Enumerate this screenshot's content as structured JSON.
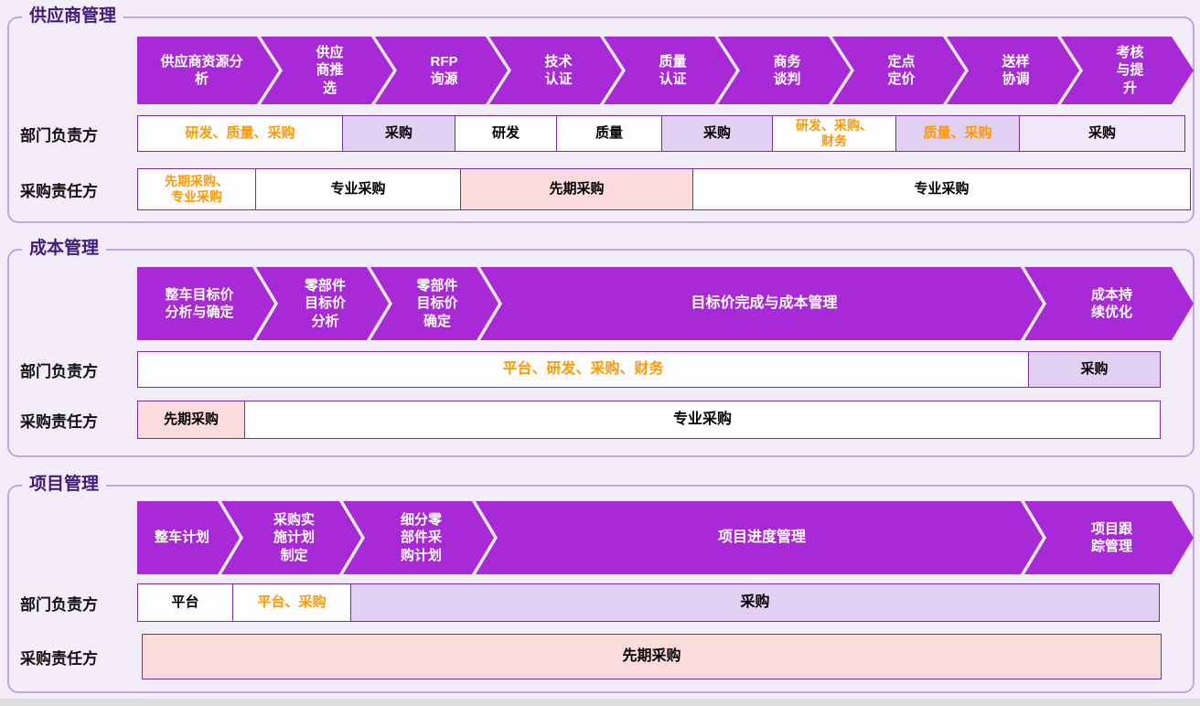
{
  "page": {
    "background": "#F2EDF8",
    "chevron_color": "#A829D6",
    "title_color": "#3F1D7A",
    "orange_text": "#FF9900",
    "cell_border": "#7030A0",
    "cell_purple_bg": "#E2D0F2",
    "cell_lavender_bg": "#EEE8F8",
    "cell_pink_bg": "#FBDBDB"
  },
  "sections": [
    {
      "title": "供应商管理",
      "steps": [
        {
          "label": "供应商资源分\n析"
        },
        {
          "label": "供应\n商推\n选"
        },
        {
          "label": "RFP\n询源"
        },
        {
          "label": "技术\n认证"
        },
        {
          "label": "质量\n认证"
        },
        {
          "label": "商务\n谈判"
        },
        {
          "label": "定点\n定价"
        },
        {
          "label": "送样\n协调"
        },
        {
          "label": "考核\n与提\n升"
        }
      ],
      "rows": [
        {
          "label": "部门负责方",
          "cells": [
            {
              "text": "研发、质量、采购",
              "bg": "white",
              "color": "orange"
            },
            {
              "text": "采购",
              "bg": "purple",
              "color": "black"
            },
            {
              "text": "研发",
              "bg": "white",
              "color": "black"
            },
            {
              "text": "质量",
              "bg": "white",
              "color": "black"
            },
            {
              "text": "采购",
              "bg": "purple",
              "color": "black"
            },
            {
              "text": "研发、采购、\n财务",
              "bg": "white",
              "color": "orange"
            },
            {
              "text": "质量、采购",
              "bg": "purple",
              "color": "orange"
            },
            {
              "text": "采购",
              "bg": "lavender",
              "color": "black"
            }
          ]
        },
        {
          "label": "采购责任方",
          "cells": [
            {
              "text": "先期采购、\n专业采购",
              "bg": "white",
              "color": "orange"
            },
            {
              "text": "专业采购",
              "bg": "white",
              "color": "black"
            },
            {
              "text": "先期采购",
              "bg": "pink",
              "color": "black"
            },
            {
              "text": "专业采购",
              "bg": "white",
              "color": "black"
            }
          ]
        }
      ]
    },
    {
      "title": "成本管理",
      "steps": [
        {
          "label": "整车目标价\n分析与确定"
        },
        {
          "label": "零部件\n目标价\n分析"
        },
        {
          "label": "零部件\n目标价\n确定"
        },
        {
          "label": "目标价完成与成本管理"
        },
        {
          "label": "成本持\n续优化"
        }
      ],
      "rows": [
        {
          "label": "部门负责方",
          "cells": [
            {
              "text": "平台、研发、采购、财务",
              "bg": "white",
              "color": "orange"
            },
            {
              "text": "采购",
              "bg": "purple",
              "color": "black"
            }
          ]
        },
        {
          "label": "采购责任方",
          "cells": [
            {
              "text": "先期采购",
              "bg": "pink",
              "color": "black"
            },
            {
              "text": "专业采购",
              "bg": "white",
              "color": "black"
            }
          ]
        }
      ]
    },
    {
      "title": "项目管理",
      "steps": [
        {
          "label": "整车计划"
        },
        {
          "label": "采购实\n施计划\n制定"
        },
        {
          "label": "细分零\n部件采\n购计划"
        },
        {
          "label": "项目进度管理"
        },
        {
          "label": "项目跟\n踪管理"
        }
      ],
      "rows": [
        {
          "label": "部门负责方",
          "cells": [
            {
              "text": "平台",
              "bg": "white",
              "color": "black"
            },
            {
              "text": "平台、采购",
              "bg": "white",
              "color": "orange"
            },
            {
              "text": "采购",
              "bg": "purple",
              "color": "black"
            }
          ]
        },
        {
          "label": "采购责任方",
          "cells": [
            {
              "text": "先期采购",
              "bg": "pink",
              "color": "black"
            }
          ]
        }
      ]
    }
  ]
}
